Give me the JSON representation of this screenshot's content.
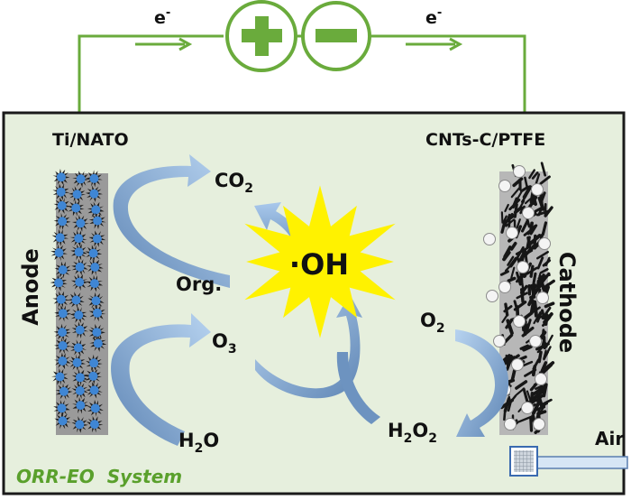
{
  "circuit": {
    "electron_left": "e",
    "electron_right": "e",
    "electron_superscript": "-",
    "positive_terminal_icon": "plus-icon",
    "negative_terminal_icon": "minus-icon",
    "wire_color": "#6aab3c"
  },
  "cell": {
    "background_color": "#e6efdd",
    "system_label": "ORR-EO",
    "system_label_suffix": "System",
    "system_label_color": "#5aa02c"
  },
  "anode": {
    "material_label": "Ti/NATO",
    "electrode_label": "Anode",
    "crystal_color": "#3f86d4"
  },
  "cathode": {
    "material_label": "CNTs-C/PTFE",
    "electrode_label": "Cathode"
  },
  "species": {
    "co2_main": "CO",
    "co2_sub": "2",
    "org": "Org.",
    "o3_main": "O",
    "o3_sub": "3",
    "h2o_main": "H",
    "h2o_sub": "2",
    "h2o_tail": "O",
    "o2_main": "O",
    "o2_sub": "2",
    "h2o2_h": "H",
    "h2o2_sub1": "2",
    "h2o2_o": "O",
    "h2o2_sub2": "2",
    "radical": "·OH",
    "radical_color": "#fff200"
  },
  "air_inlet": {
    "label": "Air"
  },
  "colors": {
    "arrow_light": "#a9c9ec",
    "arrow_mid": "#7fa9d3",
    "arrow_dark": "#5f86b5"
  }
}
